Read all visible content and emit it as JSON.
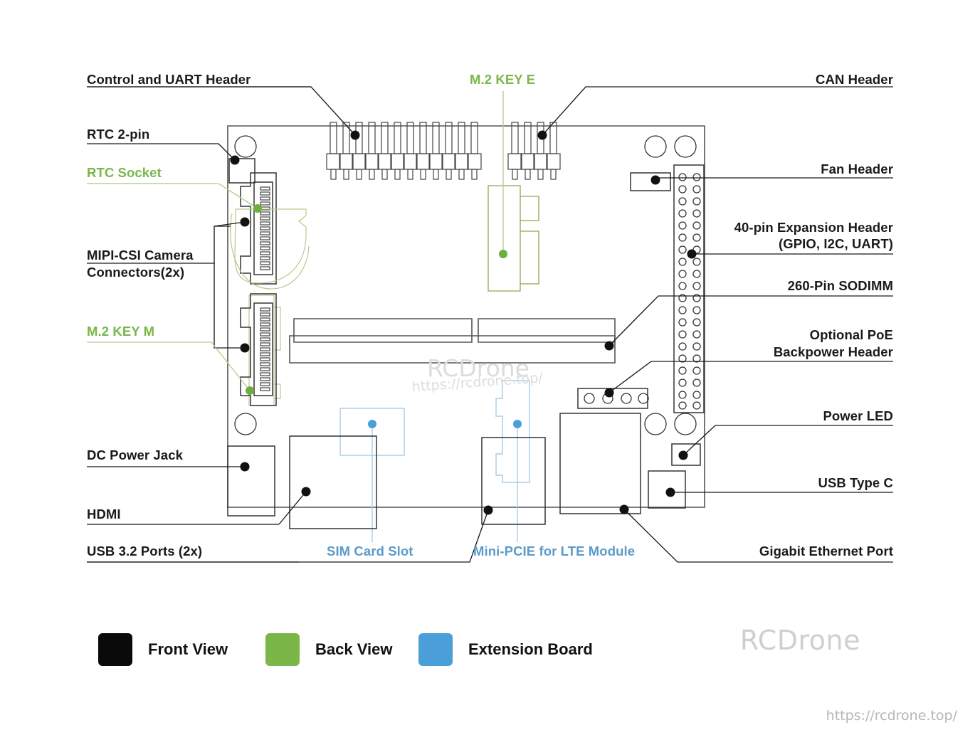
{
  "diagram": {
    "title": "Carrier board connector callout diagram",
    "colors": {
      "front_view": "#0a0a0a",
      "back_view": "#7ab648",
      "extension_board": "#4a9fd8",
      "board_outline": "#555555",
      "leader_line": "#1a1a1a"
    }
  },
  "labels": {
    "control_uart_header": "Control and UART Header",
    "m2_key_e": "M.2 KEY E",
    "can_header": "CAN Header",
    "rtc_2pin": "RTC 2-pin",
    "rtc_socket": "RTC Socket",
    "fan_header": "Fan Header",
    "expansion_header_l1": "40-pin Expansion Header",
    "expansion_header_l2": "(GPIO, I2C, UART)",
    "mipi_csi_l1": "MIPI-CSI Camera",
    "mipi_csi_l2": "Connectors(2x)",
    "sodimm": "260-Pin SODIMM",
    "m2_key_m": "M.2 KEY M",
    "poe_l1": "Optional PoE",
    "poe_l2": "Backpower Header",
    "power_led": "Power LED",
    "dc_power_jack": "DC Power Jack",
    "usb_type_c": "USB Type C",
    "hdmi": "HDMI",
    "usb32_ports": "USB 3.2 Ports (2x)",
    "sim_card_slot": "SIM Card Slot",
    "mini_pcie": "Mini-PCIE for LTE Module",
    "gigabit_ethernet": "Gigabit Ethernet Port"
  },
  "legend": {
    "items": [
      {
        "label": "Front View",
        "color": "#0a0a0a"
      },
      {
        "label": "Back View",
        "color": "#7ab648"
      },
      {
        "label": "Extension Board",
        "color": "#4a9fd8"
      }
    ]
  },
  "branding": {
    "wordmark": "RCDrone",
    "url": "https://rcdrone.top/",
    "watermark_name": "RCDrone",
    "watermark_url": "https://rcdrone.top/"
  }
}
